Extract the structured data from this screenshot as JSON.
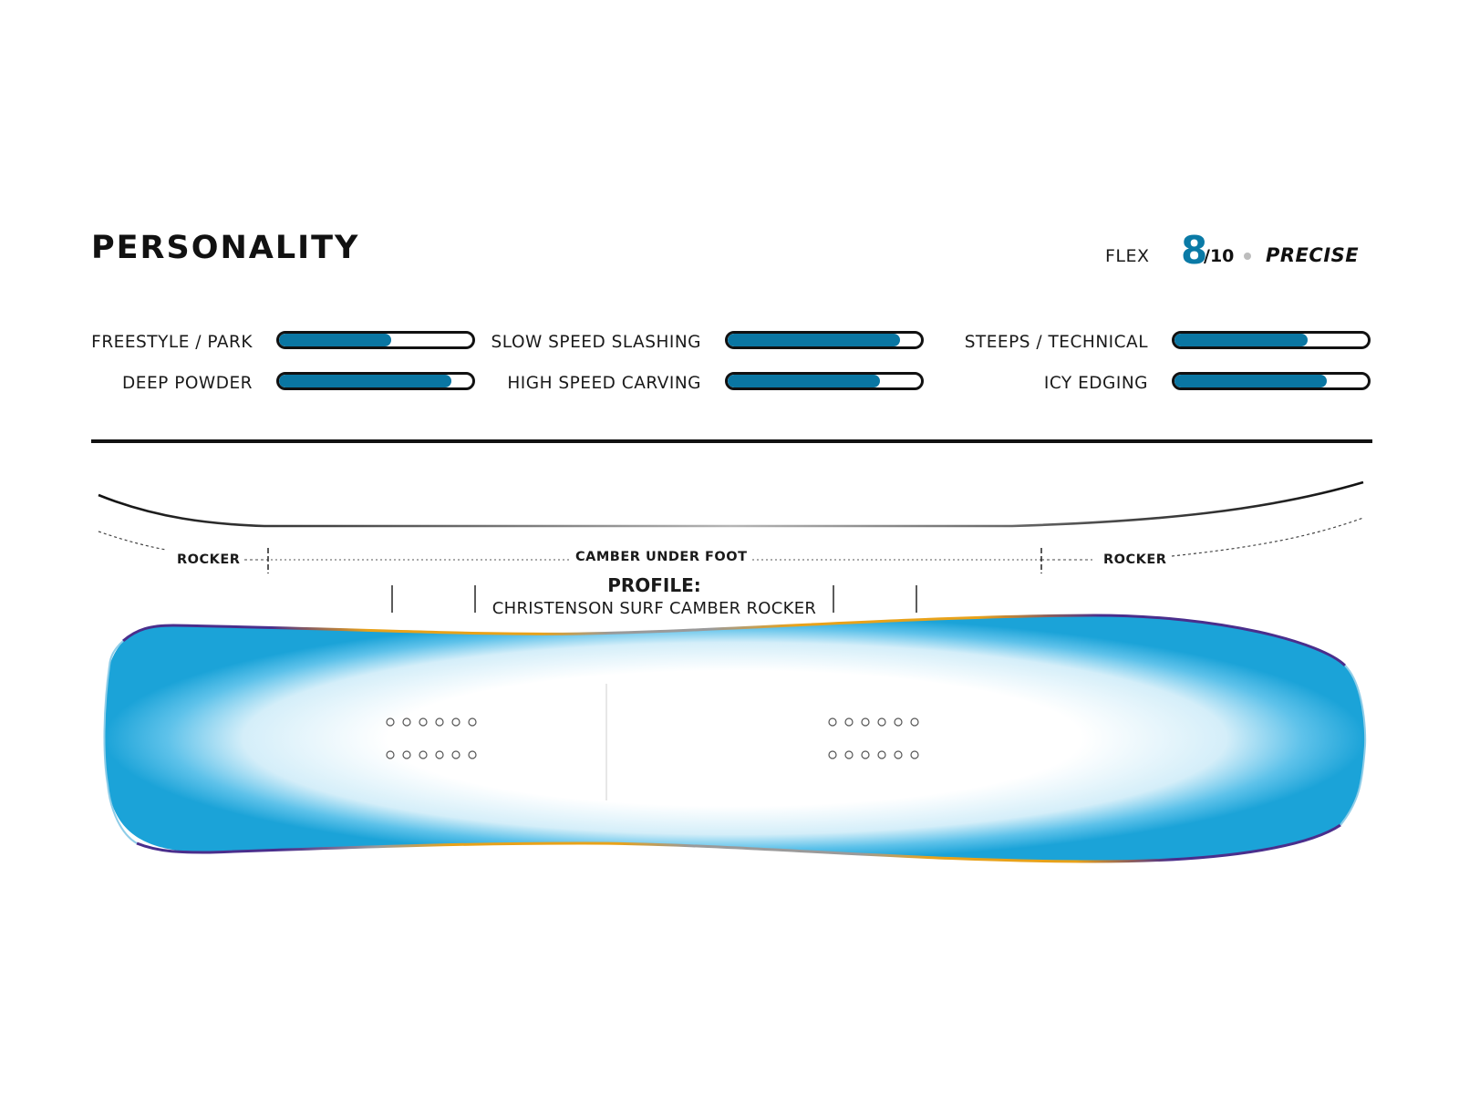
{
  "title": "PERSONALITY",
  "flex": {
    "label": "FLEX",
    "value": "8",
    "max": "/10",
    "descriptor": "PRECISE"
  },
  "ratings": [
    {
      "label": "FREESTYLE / PARK",
      "fill": 0.58,
      "column": 0,
      "row": 0
    },
    {
      "label": "DEEP POWDER",
      "fill": 0.89,
      "column": 0,
      "row": 1
    },
    {
      "label": "SLOW SPEED SLASHING",
      "fill": 0.89,
      "column": 1,
      "row": 0
    },
    {
      "label": "HIGH SPEED CARVING",
      "fill": 0.79,
      "column": 1,
      "row": 1
    },
    {
      "label": "STEEPS / TECHNICAL",
      "fill": 0.69,
      "column": 2,
      "row": 0
    },
    {
      "label": "ICY EDGING",
      "fill": 0.79,
      "column": 2,
      "row": 1
    }
  ],
  "profile": {
    "rocker_left": "ROCKER",
    "camber": "CAMBER UNDER FOOT",
    "rocker_right": "ROCKER",
    "title": "PROFILE:",
    "name": "CHRISTENSON SURF CAMBER ROCKER"
  },
  "colors": {
    "accent": "#0a7aa6",
    "bar_fill": "#0a76a2",
    "board_blue": "#1ba3d8",
    "edge_orange": "#e8a21a",
    "edge_purple": "#4a2e8c"
  },
  "insert_holes_per_row": 6
}
